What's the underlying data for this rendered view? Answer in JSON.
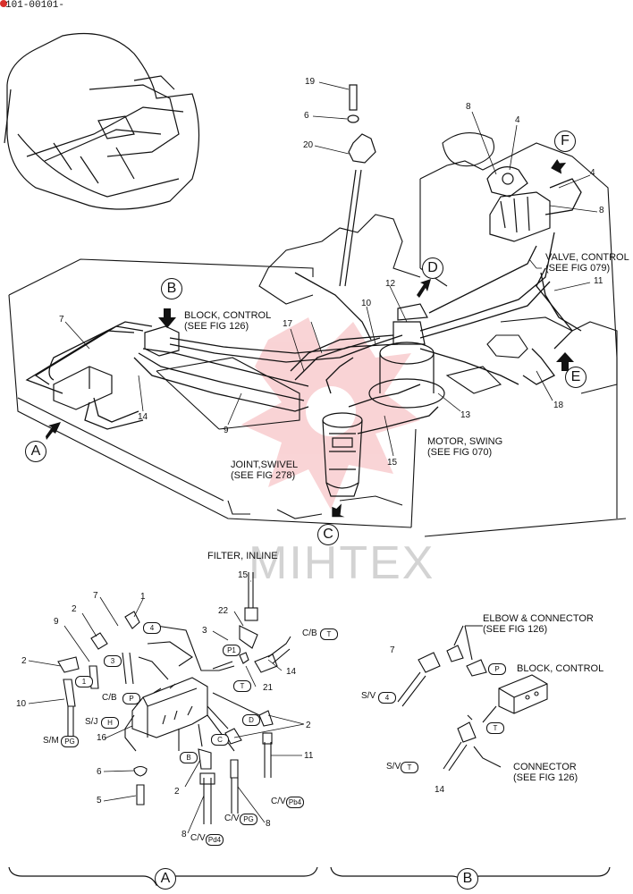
{
  "header": {
    "code": "101-00101-"
  },
  "watermark": {
    "text": "MIHTEX",
    "color": "#e8303a"
  },
  "labels": {
    "block_control_upper": "BLOCK, CONTROL\n(SEE FIG 126)",
    "valve_control": "VALVE, CONTROL\n(SEE FIG 079)",
    "motor_swing": "MOTOR, SWING\n(SEE FIG 070)",
    "joint_swivel": "JOINT,SWIVEL\n(SEE FIG 278)",
    "filter_inline": "FILTER, INLINE",
    "elbow_connector": "ELBOW & CONNECTOR\n(SEE FIG 126)",
    "block_control_lower": "BLOCK, CONTROL",
    "connector": "CONNECTOR\n(SEE FIG 126)"
  },
  "callouts": {
    "A": "A",
    "B": "B",
    "C": "C",
    "D": "D",
    "E": "E",
    "F": "F"
  },
  "section_labels": {
    "A": "A",
    "B": "B"
  },
  "part_numbers": {
    "p19": "19",
    "p6a": "6",
    "p20": "20",
    "p8a": "8",
    "p4a": "4",
    "p4b": "4",
    "p8b": "8",
    "p11a": "11",
    "p12": "12",
    "p10": "10",
    "p17": "17",
    "p7a": "7",
    "p14a": "14",
    "p9": "9",
    "p13": "13",
    "p15a": "15",
    "p18": "18",
    "p15b": "15",
    "p22": "22",
    "p3a": "3",
    "p1": "1",
    "p7b": "7",
    "p2a": "2",
    "p9b": "9",
    "p3b": "3",
    "p2b": "2",
    "p10b": "10",
    "p14b": "14",
    "p21": "21",
    "p16": "16",
    "p2c": "2",
    "p11b": "11",
    "p6b": "6",
    "p5": "5",
    "p2d": "2",
    "p8c": "8",
    "p8d": "8",
    "p7c": "7",
    "p14c": "14"
  },
  "line_labels": {
    "cb_t": "C/B",
    "cb_p": "C/B",
    "sj_h": "S/J",
    "sm_pg": "S/M",
    "cv_pd4": "C/V",
    "cv_pg": "C/V",
    "cv_pb4": "C/V",
    "sv_4": "S/V",
    "sv_t": "S/V"
  },
  "port_tags": {
    "t4a": "4",
    "tP1": "P1",
    "tT1": "T",
    "t3": "3",
    "t1": "1",
    "tP": "P",
    "tH": "H",
    "tPG": "PG",
    "tT2": "T",
    "tD": "D",
    "tC": "C",
    "tB": "B",
    "tPd4": "Pd4",
    "tPG2": "PG",
    "tPb4": "Pb4",
    "t4b": "4",
    "tP2": "P",
    "tT3": "T",
    "tT4": "T"
  }
}
